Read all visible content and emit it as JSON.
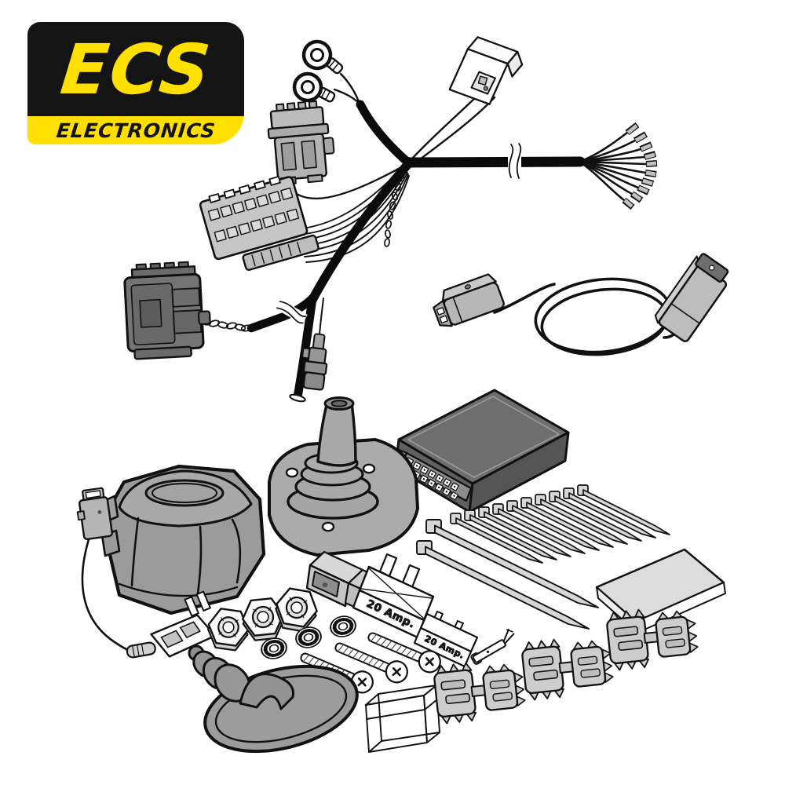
{
  "page": {
    "background": "#ffffff"
  },
  "logo": {
    "brand": "ECS",
    "subtitle": "ELECTRONICS",
    "black": "#141414",
    "yellow": "#ffdf00"
  },
  "fuse_labels": {
    "standard": "20 Amp.",
    "mini": "20 Amp."
  },
  "illustration": {
    "outline_color": "#111111",
    "light_gray": "#c9c9c9",
    "mid_gray": "#a0a0a0",
    "dark_gray": "#666666",
    "parts": [
      "ring-terminals",
      "two-pin-connector",
      "inline-fuse-holder",
      "multi-pin-connector",
      "dark-relay-connector",
      "bullet-connector",
      "main-cable",
      "stripped-wire-ends",
      "cable-break-marks",
      "twisted-wire",
      "extension-lead",
      "left-extension-connector",
      "right-extension-connector",
      "socket-housing",
      "socket-pigtail-connector",
      "mini-fuse-tap",
      "grommet-plate-boot",
      "ecu-module-box",
      "small-cable-ties",
      "large-cable-ties",
      "foam-pad",
      "fuse-holder-cover",
      "standard-blade-fuse",
      "mini-blade-fuse",
      "hex-nuts",
      "serrated-washers",
      "machine-screws",
      "crimp-terminal",
      "rubber-grommet",
      "wireframe-box",
      "cable-edge-clips"
    ]
  }
}
